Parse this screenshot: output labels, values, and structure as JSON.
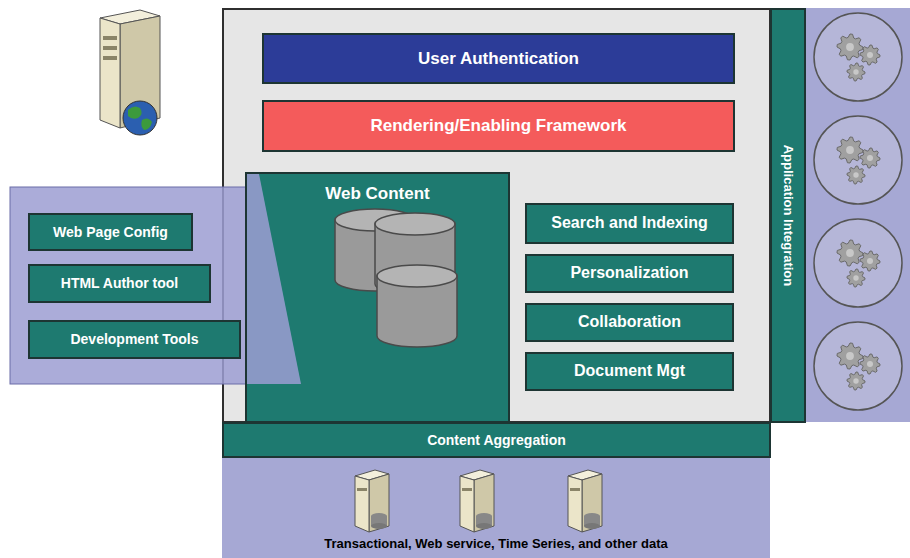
{
  "diagram": {
    "nodes": [
      {
        "text": [
          "User Authentication"
        ]
      },
      {
        "text": [
          "Rendering/Enabling Framework"
        ]
      },
      {
        "text": [
          "Web Content"
        ]
      },
      {
        "text": [
          "Search and Indexing"
        ]
      },
      {
        "text": [
          "Personalization"
        ]
      },
      {
        "text": [
          "Collaboration"
        ]
      },
      {
        "text": [
          "Document Mgt"
        ]
      },
      {
        "text": [
          "Application Integration"
        ]
      },
      {
        "text": [
          "Content Aggregation"
        ]
      },
      {
        "text": [
          "Web Page Config"
        ]
      },
      {
        "text": [
          "HTML Author tool"
        ]
      },
      {
        "text": [
          "Development Tools"
        ]
      }
    ],
    "labels": [
      "Transactional, Web service, Time Series, and other data"
    ]
  }
}
